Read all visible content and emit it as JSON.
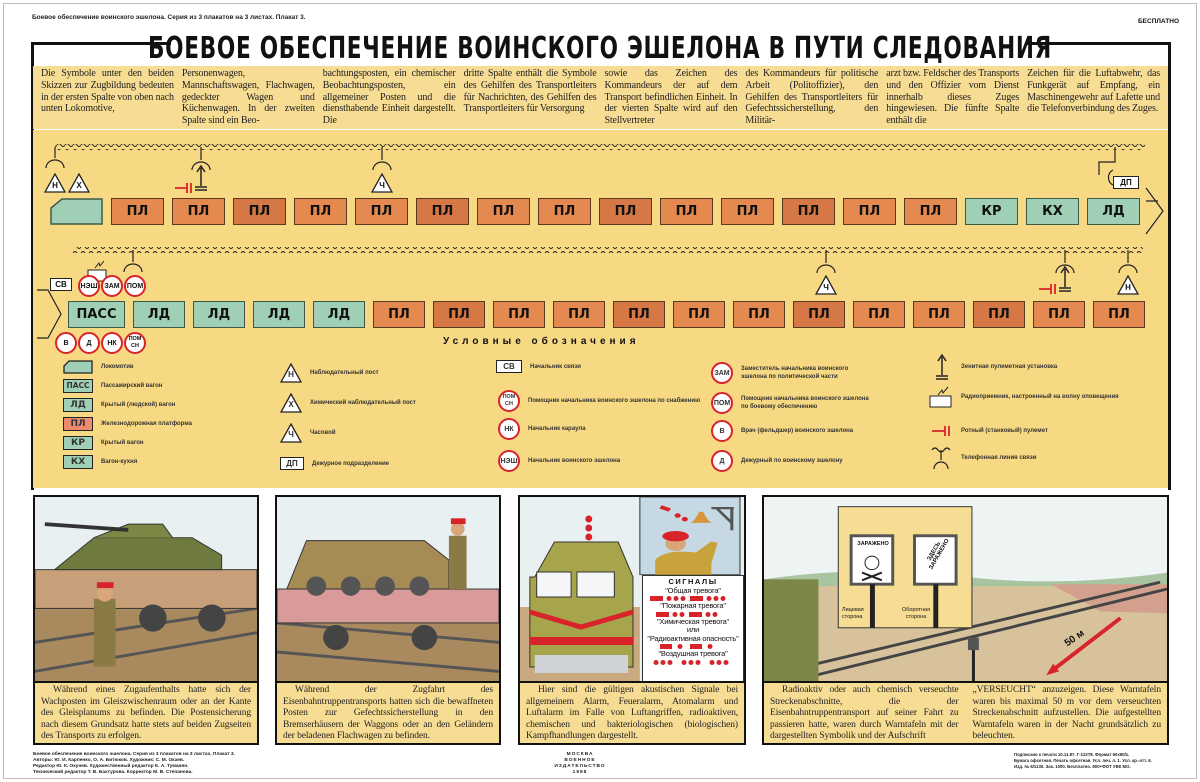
{
  "header": {
    "series_line": "Боевое обеспечение воинского эшелона. Серия из 3 плакатов на 3 листах. Плакат 3.",
    "title": "БОЕВОЕ ОБЕСПЕЧЕНИЕ ВОИНСКОГО ЭШЕЛОНА В ПУТИ СЛЕДОВАНИЯ",
    "free_label": "БЕСПЛАТНО"
  },
  "intro": {
    "columns": [
      "Die Symbole unter den beiden Skizzen zur Zugbildung bedeuten in der ersten Spalte von oben nach unten Lokomotive,",
      "Personenwagen, Mannschaftswagen, Flachwagen, gedeckter Wagen und Küchenwagen. In der zweiten Spalte sind ein Beo-",
      "bachtungsposten, ein chemischer Beobachtungsposten, ein allgemeiner Posten und die diensthabende Einheit dargestellt. Die",
      "dritte Spalte enthält die Symbole des Gehilfen des Transportleiters für Nachrichten, des Gehilfen des Transportleiters für Versorgung",
      "sowie das Zeichen des Kommandeurs der auf dem Transport befindlichen Einheit. In der vierten Spalte wird auf den Stellvertreter",
      "des Kommandeurs für politische Arbeit (Politoffizier), den Gehilfen des Transportleiters für Gefechtssicherstellung, den Militär-",
      "arzt bzw. Feldscher des Transports und den Offizier vom Dienst innerhalb dieses Zuges hingewiesen. Die fünfte Spalte enthält die",
      "Zeichen für die Luftabwehr, das Funkgerät auf Empfang, ein Maschinengewehr auf Lafette und die Telefonverbindung des Zuges."
    ]
  },
  "train": {
    "row1": [
      {
        "label": "",
        "type": "loco"
      },
      {
        "label": "ПЛ",
        "type": "pl"
      },
      {
        "label": "ПЛ",
        "type": "pl"
      },
      {
        "label": "ПЛ",
        "type": "pl"
      },
      {
        "label": "ПЛ",
        "type": "pl"
      },
      {
        "label": "ПЛ",
        "type": "pl"
      },
      {
        "label": "ПЛ",
        "type": "pl"
      },
      {
        "label": "ПЛ",
        "type": "pl"
      },
      {
        "label": "ПЛ",
        "type": "pl"
      },
      {
        "label": "ПЛ",
        "type": "pl"
      },
      {
        "label": "ПЛ",
        "type": "pl"
      },
      {
        "label": "ПЛ",
        "type": "pl"
      },
      {
        "label": "ПЛ",
        "type": "pl"
      },
      {
        "label": "ПЛ",
        "type": "pl"
      },
      {
        "label": "ПЛ",
        "type": "pl"
      },
      {
        "label": "КР",
        "type": "g"
      },
      {
        "label": "КХ",
        "type": "g"
      },
      {
        "label": "ЛД",
        "type": "g"
      }
    ],
    "row2": [
      {
        "label": "ПАСС",
        "type": "g"
      },
      {
        "label": "ЛД",
        "type": "g"
      },
      {
        "label": "ЛД",
        "type": "g"
      },
      {
        "label": "ЛД",
        "type": "g"
      },
      {
        "label": "ЛД",
        "type": "g"
      },
      {
        "label": "ПЛ",
        "type": "pl"
      },
      {
        "label": "ПЛ",
        "type": "pl"
      },
      {
        "label": "ПЛ",
        "type": "pl"
      },
      {
        "label": "ПЛ",
        "type": "pl"
      },
      {
        "label": "ПЛ",
        "type": "pl"
      },
      {
        "label": "ПЛ",
        "type": "pl"
      },
      {
        "label": "ПЛ",
        "type": "pl"
      },
      {
        "label": "ПЛ",
        "type": "pl"
      },
      {
        "label": "ПЛ",
        "type": "pl"
      },
      {
        "label": "ПЛ",
        "type": "pl"
      },
      {
        "label": "ПЛ",
        "type": "pl"
      },
      {
        "label": "ПЛ",
        "type": "pl"
      },
      {
        "label": "ПЛ",
        "type": "pl"
      }
    ],
    "symbols": {
      "n": "Н",
      "x": "Х",
      "ch": "Ч",
      "dp": "ДП",
      "sv": "СВ",
      "nesh": "НЭШ",
      "zam": "ЗАМ",
      "pom": "ПОМ",
      "v": "В",
      "d": "Д",
      "nk": "НК",
      "pomsn1": "ПОМ",
      "pomsn2": "СН"
    }
  },
  "legend": {
    "title": "Условные обозначения",
    "col1": [
      {
        "code": "",
        "text": "Локомотив"
      },
      {
        "code": "ПАСС",
        "text": "Пассажирский вагон"
      },
      {
        "code": "ЛД",
        "text": "Крытый (людской) вагон"
      },
      {
        "code": "ПЛ",
        "text": "Железнодорожная платформа"
      },
      {
        "code": "КР",
        "text": "Крытый вагон"
      },
      {
        "code": "КХ",
        "text": "Вагон-кухня"
      }
    ],
    "col2": [
      {
        "code": "Н",
        "text": "Наблюдательный пост"
      },
      {
        "code": "Х",
        "text": "Химический наблюдательный пост"
      },
      {
        "code": "Ч",
        "text": "Часовой"
      },
      {
        "code": "ДП",
        "text": "Дежурное подразделение"
      }
    ],
    "col3": [
      {
        "code": "СВ",
        "text": "Начальник связи"
      },
      {
        "code": "ПОМ СН",
        "text": "Помощник начальника воинского эшелона по снабжению"
      },
      {
        "code": "НК",
        "text": "Начальник караула"
      },
      {
        "code": "НЭШ",
        "text": "Начальник воинского эшелона"
      }
    ],
    "col4": [
      {
        "code": "ЗАМ",
        "text": "Заместитель начальника воинского эшелона по политической части"
      },
      {
        "code": "ПОМ",
        "text": "Помощник начальника воинского эшелона по боевому обеспечению"
      },
      {
        "code": "В",
        "text": "Врач (фельдшер) воинского эшелона"
      },
      {
        "code": "Д",
        "text": "Дежурный по воинскому эшелону"
      }
    ],
    "col5": [
      {
        "text": "Зенитная пулеметная установка"
      },
      {
        "text": "Радиоприемник, настроенный на волну оповещения"
      },
      {
        "text": "Ротный (станковый) пулемет"
      },
      {
        "text": "Телефонная линия связи"
      }
    ]
  },
  "panels": [
    {
      "caption": "Während eines Zugaufenthalts hatte sich der Wachposten im Gleiszwischenraum oder an der Kante des Gleisplanums zu befinden. Die Postensicherung nach diesem Grundsatz hatte stets auf beiden Zugseiten des Transports zu erfolgen."
    },
    {
      "caption": "Während der Zugfahrt des Eisenbahntruppentransports hatten sich die bewaffneten Posten zur Gefechtssicherstellung in den Bremserhäusern der Waggons oder an den Geländern der beladenen Flachwagen zu befinden."
    },
    {
      "caption": "Hier sind die gültigen akustischen Signale bei allgemeinem Alarm, Feueralarm, Atomalarm und Luftalarm im Falle von Luftangriffen, radioaktiven, chemischen und bakteriologischen (biologischen) Kampfhandlungen dargestellt.",
      "signals_title": "СИГНАЛЫ",
      "signals": [
        "\"Общая тревога\"",
        "\"Пожарная тревога\"",
        "\"Химическая тревога\"",
        "или",
        "\"Радиоактивная опасность\"",
        "\"Воздушная тревога\""
      ]
    },
    {
      "caption_left": "Radioaktiv oder auch chemisch verseuchte Streckenabschnitte, die der Eisenbahntruppentransport auf seiner Fahrt zu passieren hatte, waren durch Warntafeln mit der dargestellten Symbolik und der Aufschrift",
      "caption_right": "„VERSEUCHT“ anzuzeigen. Diese Warntafeln waren bis maximal 50 m vor dem verseuchten Streckenabschnitt aufzustellen. Die aufgestellten Warntafeln waren in der Nacht grundsätzlich zu beleuchten.",
      "sign_front": "ЗАРАЖЕНО",
      "sign_back1": "ЗДЕСЬ",
      "sign_back2": "ЗАРАЖЕНО",
      "front_label1": "Лицевая",
      "front_label2": "сторона",
      "back_label1": "Оборотная",
      "back_label2": "сторона",
      "distance": "50 м"
    }
  ],
  "footer": {
    "left": [
      "Боевое обеспечение воинского эшелона. Серия из 3 плакатов на 3 листах. Плакат 3.",
      "Авторы: Ю. И. Карпенко, О. А. Битюков. Художник: С. М. Окаев.",
      "Редактор Ю. К. Окунев. Художественный редактор Е. А. Туманян.",
      "Технический редактор Т. В. Бахтурова. Корректор М. В. Степанова."
    ],
    "center": [
      "МОСКВА",
      "ВОЕННОЕ ИЗДАТЕЛЬСТВО",
      "1988"
    ],
    "right": [
      "Подписано к печати 10.11.87. Г-12278. Формат 60x90/1.",
      "Бумага офсетная. Печать офсетная. Усл. печ. л. 1. Усл. кр.-отт. 6.",
      "Изд. № 6/1130. Зак. 1000. Бесплатно. 800+ФОТ УВК МО."
    ]
  },
  "colors": {
    "band": "#f7dc94",
    "diagram": "#f8d983",
    "platform": "#e4894f",
    "covered": "#9fcfb5",
    "alarm_red": "#d8232a"
  }
}
